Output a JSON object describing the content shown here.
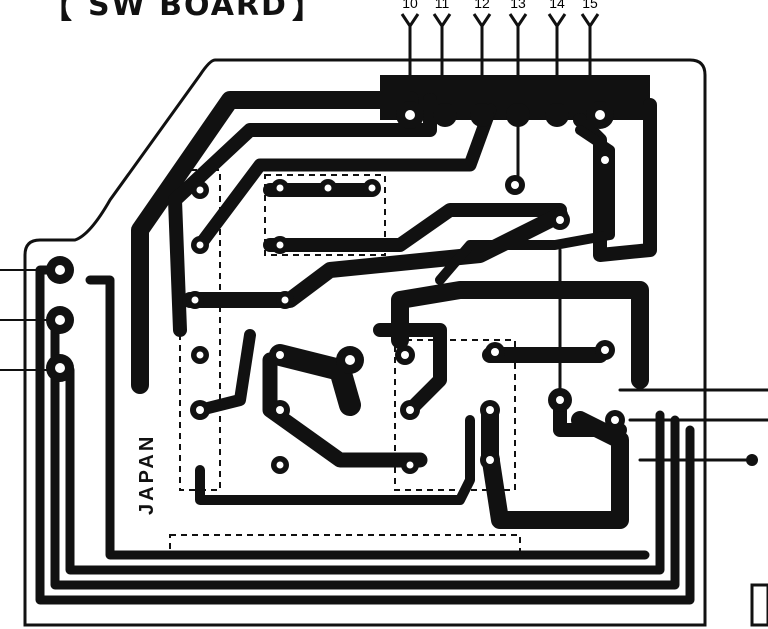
{
  "title": "SW BOARD",
  "pins": [
    "10",
    "11",
    "12",
    "13",
    "14",
    "15"
  ],
  "country_mark": "JAPAN",
  "ink_color": "#111111",
  "paper_color": "#ffffff"
}
